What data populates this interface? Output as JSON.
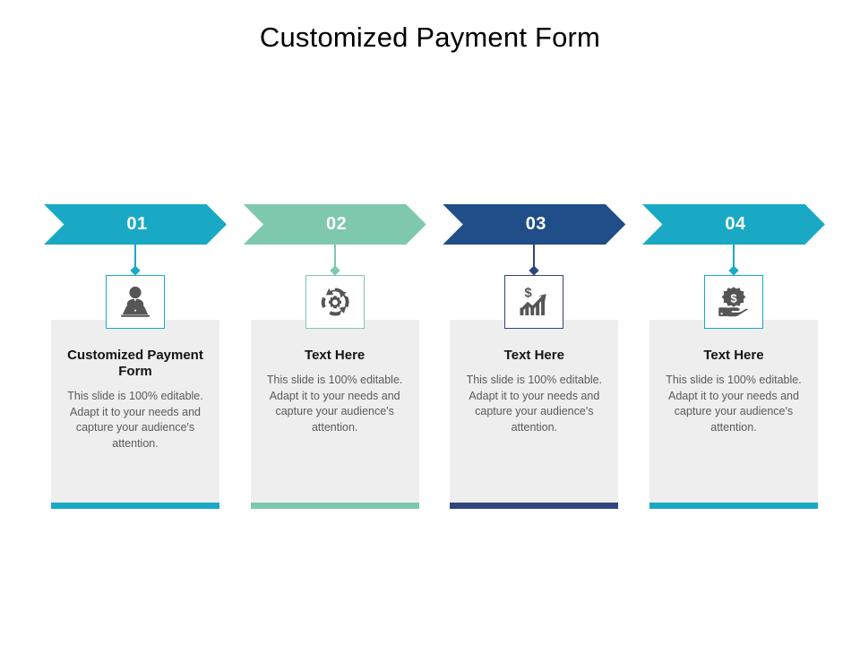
{
  "slide": {
    "title": "Customized Payment Form",
    "background": "#ffffff"
  },
  "colors": {
    "teal": "#19a9c4",
    "mint": "#7ec8ae",
    "navy": "#1f4e88",
    "panel_gray": "#eeeeee",
    "heading_text": "#141414",
    "body_text": "#5a5a5a",
    "chevron_text": "#ffffff"
  },
  "columns": [
    {
      "number": "01",
      "chevron_color": "#19a9c4",
      "accent_color": "#19a9c4",
      "icon": "person-at-laptop-icon",
      "heading": "Customized Payment Form",
      "body": "This slide is 100% editable. Adapt it to your needs and capture your audience's attention."
    },
    {
      "number": "02",
      "chevron_color": "#7ec8ae",
      "accent_color": "#7ec8ae",
      "icon": "gear-refresh-cycle-icon",
      "heading": "Text Here",
      "body": "This slide is 100% editable. Adapt it to your needs and capture your audience's attention."
    },
    {
      "number": "03",
      "chevron_color": "#1f4e88",
      "accent_color": "#30457e",
      "icon": "dollar-growth-chart-icon",
      "heading": "Text Here",
      "body": "This slide is 100% editable. Adapt it to your needs and capture your audience's attention."
    },
    {
      "number": "04",
      "chevron_color": "#19a9c4",
      "accent_color": "#19a9c4",
      "icon": "hand-holding-dollar-icon",
      "heading": "Text Here",
      "body": "This slide is 100% editable. Adapt it to your needs and capture your audience's attention."
    }
  ]
}
